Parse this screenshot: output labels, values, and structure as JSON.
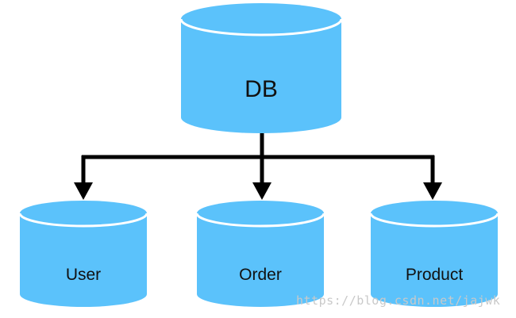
{
  "colors": {
    "cylinder_fill": "#5bc2fb",
    "cylinder_rim": "#ffffff",
    "arrow": "#000000",
    "label": "#111111"
  },
  "nodes": {
    "db": {
      "label": "DB",
      "icon": "database-icon"
    },
    "user": {
      "label": "User",
      "icon": "database-icon"
    },
    "order": {
      "label": "Order",
      "icon": "database-icon"
    },
    "product": {
      "label": "Product",
      "icon": "database-icon"
    }
  },
  "edges": [
    {
      "from": "DB",
      "to": "User"
    },
    {
      "from": "DB",
      "to": "Order"
    },
    {
      "from": "DB",
      "to": "Product"
    }
  ],
  "watermark": "https://blog.csdn.net/jajwk"
}
